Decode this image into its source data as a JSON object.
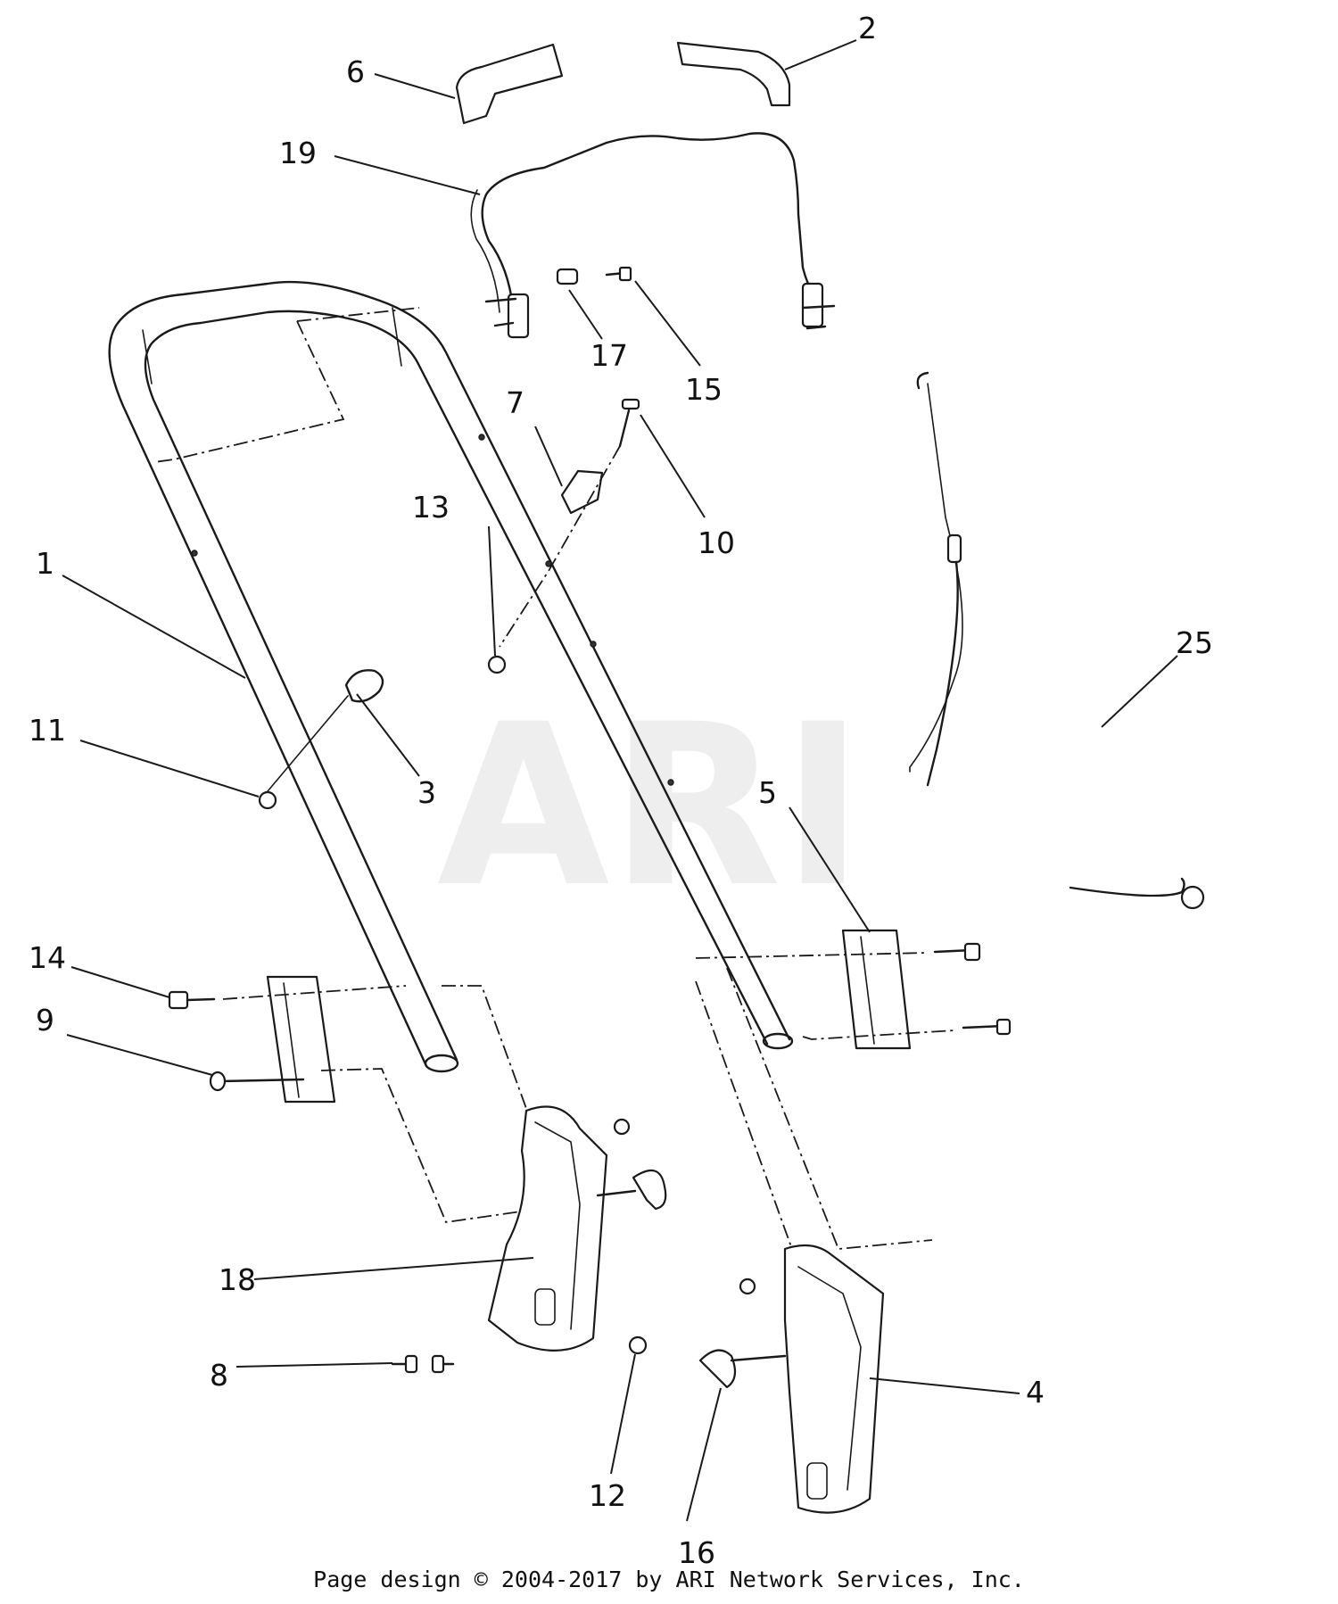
{
  "watermark": "ARI",
  "callouts": {
    "p1": "1",
    "p2": "2",
    "p3": "3",
    "p4": "4",
    "p5": "5",
    "p6": "6",
    "p7": "7",
    "p8": "8",
    "p9": "9",
    "p10": "10",
    "p11": "11",
    "p12": "12",
    "p13": "13",
    "p14": "14",
    "p15": "15",
    "p16": "16",
    "p17": "17",
    "p18": "18",
    "p19": "19",
    "p25": "25"
  },
  "footer": "Page design © 2004-2017 by ARI Network Services, Inc."
}
